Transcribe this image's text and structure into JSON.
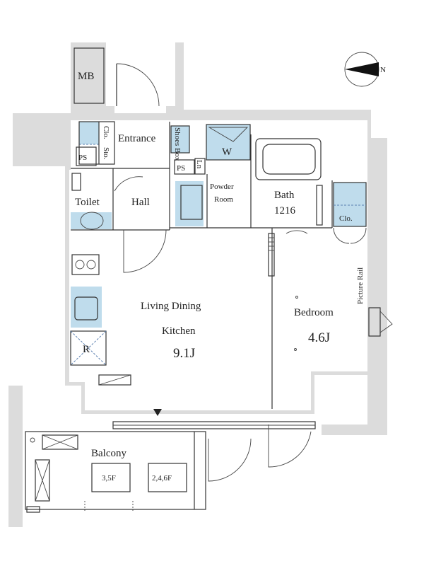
{
  "compass": {
    "label": "N"
  },
  "rooms": {
    "mb": "MB",
    "entrance": "Entrance",
    "clo_entry": "Clo.",
    "sto": "Sto.",
    "ps1": "PS",
    "shoes_box": "Shoes Box",
    "w": "W",
    "ps2": "PS",
    "ln": "Ln",
    "toilet": "Toilet",
    "hall": "Hall",
    "powder_room_line1": "Powder",
    "powder_room_line2": "Room",
    "bath": "Bath",
    "bath_size": "1216",
    "clo_bedroom": "Clo.",
    "picture_rail": "Picture Rail",
    "ldk_line1": "Living Dining",
    "ldk_line2": "Kitchen",
    "ldk_size": "9.1J",
    "bedroom": "Bedroom",
    "bedroom_size": "4.6J",
    "fridge": "R",
    "balcony": "Balcony",
    "hatch1": "3,5F",
    "hatch2": "2,4,6F"
  }
}
